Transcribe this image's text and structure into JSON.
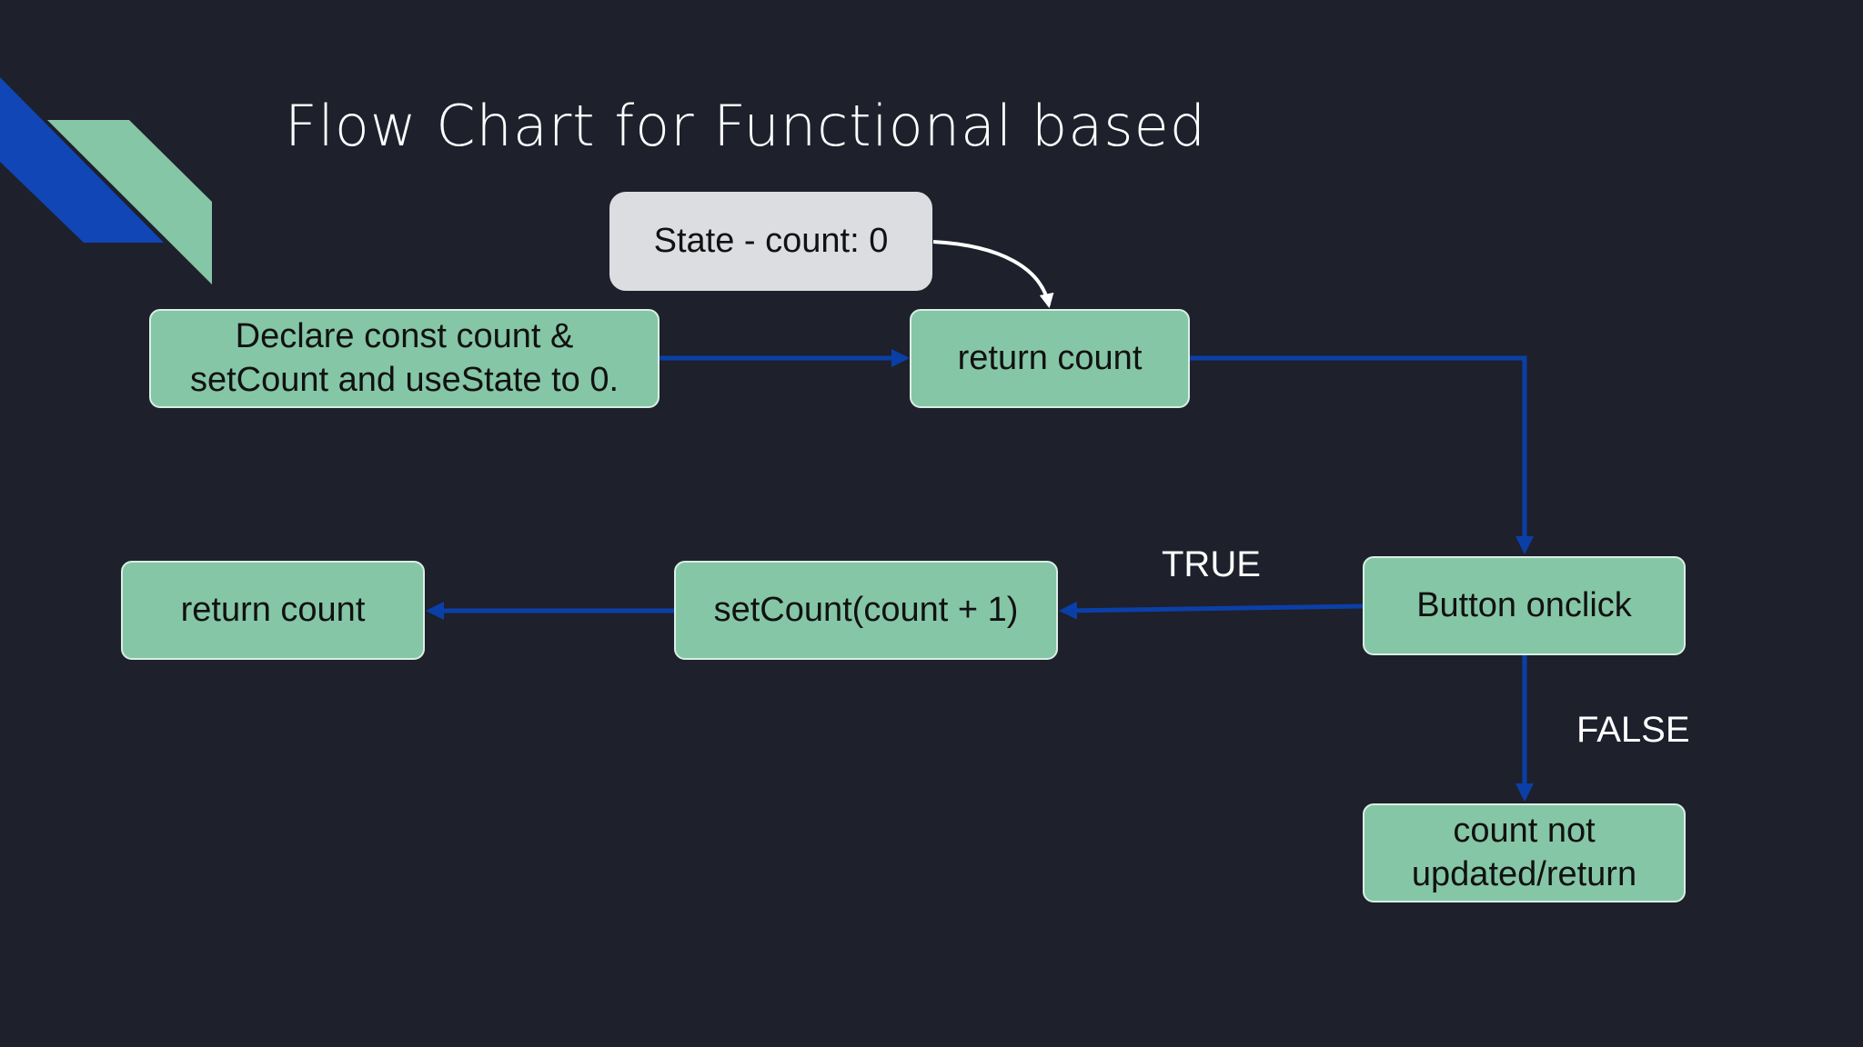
{
  "slide": {
    "title": "Flow Chart for Functional based"
  },
  "colors": {
    "background": "#1e202c",
    "node_fill": "#85c6a6",
    "state_fill": "#dcdde1",
    "arrow": "#0b3fa8",
    "accent_blue": "#1146b6",
    "accent_green": "#85c6a6"
  },
  "nodes": {
    "state": "State - count: 0",
    "declare": "Declare const count & setCount and useState to 0.",
    "return_top": "return count",
    "button": "Button onclick",
    "setcount": "setCount(count + 1)",
    "return_bottom": "return count",
    "not_updated": "count not updated/return"
  },
  "edge_labels": {
    "true": "TRUE",
    "false": "FALSE"
  }
}
